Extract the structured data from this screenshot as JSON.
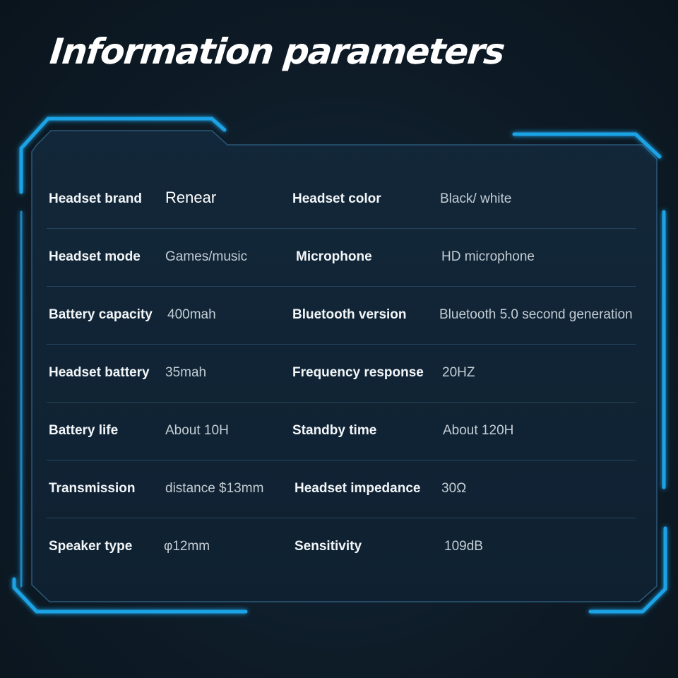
{
  "title": "Information parameters",
  "accent_color": "#1fa3e6",
  "specs": [
    {
      "label": "Headset brand",
      "value": "Renear",
      "label2": "Headset color",
      "value2": "Black/ white"
    },
    {
      "label": "Headset mode",
      "value": "Games/music",
      "label2": "Microphone",
      "value2": "HD microphone"
    },
    {
      "label": "Battery capacity",
      "value": "400mah",
      "label2": "Bluetooth version",
      "value2": "Bluetooth 5.0 second generation"
    },
    {
      "label": "Headset battery",
      "value": "35mah",
      "label2": "Frequency response",
      "value2": "20HZ"
    },
    {
      "label": "Battery life",
      "value": "About 10H",
      "label2": "Standby time",
      "value2": "About 120H"
    },
    {
      "label": "Transmission",
      "value": "distance $13mm",
      "label2": "Headset impedance",
      "value2": "30Ω"
    },
    {
      "label": "Speaker type",
      "value": "φ12mm",
      "label2": "Sensitivity",
      "value2": "109dB"
    }
  ]
}
